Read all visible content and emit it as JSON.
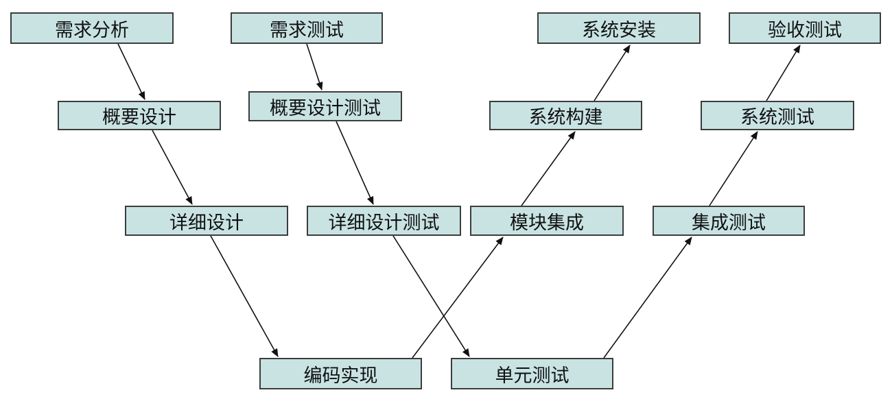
{
  "nodes": {
    "req_analysis": "需求分析",
    "req_test": "需求测试",
    "sys_install": "系统安装",
    "accept_test": "验收测试",
    "overview_design": "概要设计",
    "overview_test": "概要设计测试",
    "sys_build": "系统构建",
    "sys_test": "系统测试",
    "detail_design": "详细设计",
    "detail_test": "详细设计测试",
    "module_integration": "模块集成",
    "integration_test": "集成测试",
    "coding": "编码实现",
    "unit_test": "单元测试"
  },
  "colors": {
    "box_fill": "#c9e3e3",
    "box_border": "#3c3c3c",
    "arrow": "#111111"
  }
}
